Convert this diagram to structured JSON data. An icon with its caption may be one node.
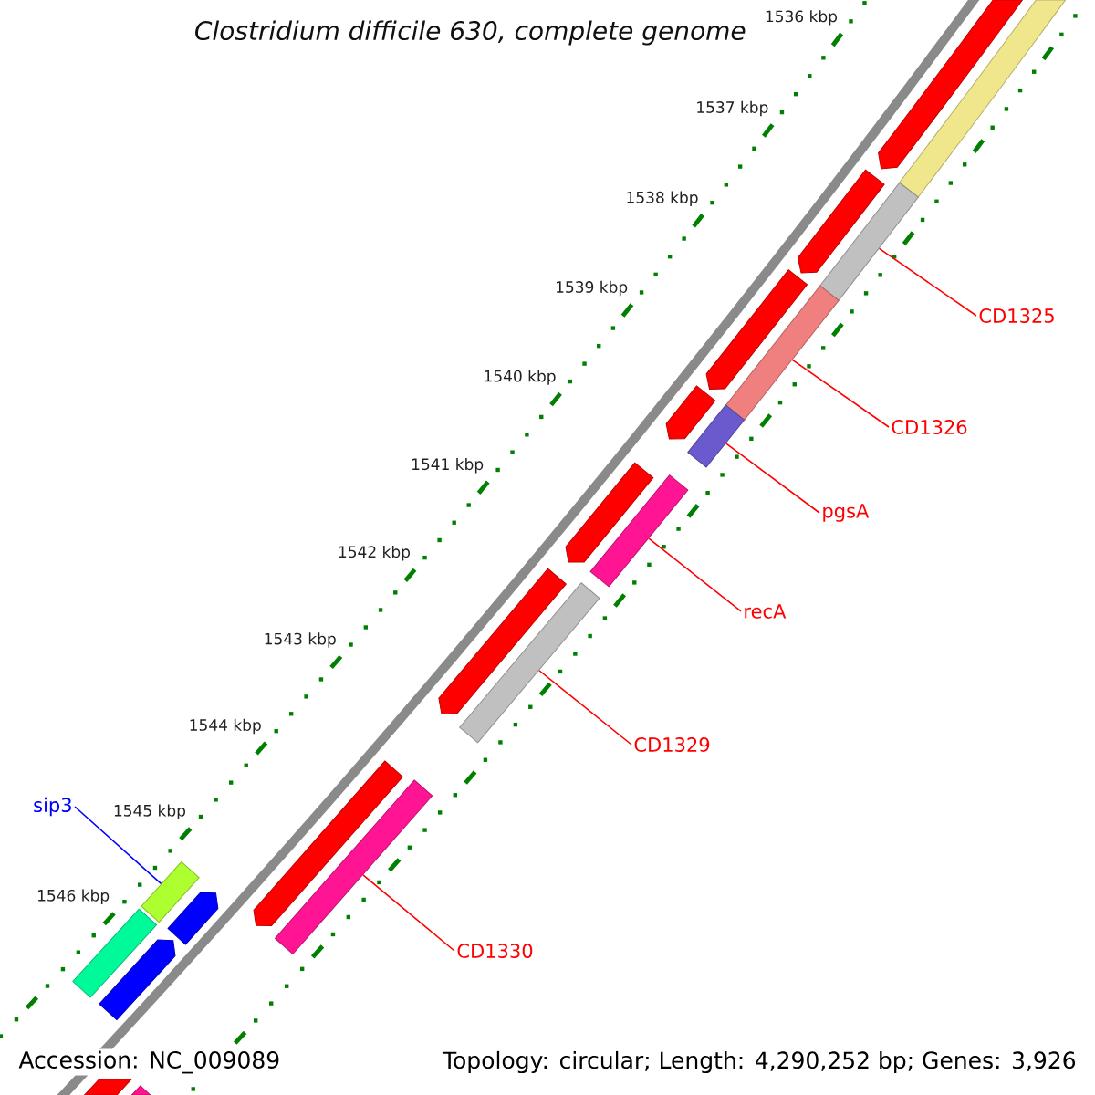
{
  "diagram": {
    "title": "Clostridium difficile 630, complete genome",
    "nodes": [
      {
        "text": [
          "CD1325"
        ]
      },
      {
        "text": [
          "CD1326"
        ]
      },
      {
        "text": [
          "pgsA"
        ]
      },
      {
        "text": [
          "recA"
        ]
      },
      {
        "text": [
          "CD1329"
        ]
      },
      {
        "text": [
          "sip3"
        ]
      },
      {
        "text": [
          "CD1330"
        ]
      },
      {
        "text": [],
        "shape": "bar"
      },
      {
        "text": [],
        "shape": "bar"
      },
      {
        "text": [],
        "shape": "bar"
      },
      {
        "text": [],
        "shape": "bar"
      },
      {
        "text": [],
        "shape": "bar"
      },
      {
        "text": [],
        "shape": "bar"
      },
      {
        "text": [],
        "shape": "bar"
      },
      {
        "text": [],
        "shape": "bar"
      },
      {
        "text": [],
        "shape": "bar"
      },
      {
        "text": [],
        "shape": "bar"
      },
      {
        "text": [],
        "shape": "bar"
      },
      {
        "text": [],
        "shape": "bar"
      },
      {
        "text": [],
        "shape": "bar"
      },
      {
        "text": [],
        "shape": "bar"
      },
      {
        "text": [],
        "shape": "bar"
      },
      {
        "text": [],
        "shape": "bar"
      },
      {
        "text": [],
        "shape": "bar"
      },
      {
        "text": [],
        "shape": "bar"
      },
      {
        "text": [],
        "shape": "bar"
      },
      {
        "text": [],
        "shape": "bar"
      }
    ],
    "edges": [
      {
        "from": 0,
        "to": 9,
        "arrow": "none"
      },
      {
        "from": 1,
        "to": 11,
        "arrow": "none"
      },
      {
        "from": 2,
        "to": 14,
        "arrow": "none"
      },
      {
        "from": 3,
        "to": 15,
        "arrow": "none"
      },
      {
        "from": 4,
        "to": 17,
        "arrow": "none"
      },
      {
        "from": 5,
        "to": 21,
        "arrow": "none",
        "color": "#0000ff"
      },
      {
        "from": 6,
        "to": 20,
        "arrow": "none"
      }
    ],
    "labels": [
      "1536 kbp",
      "1537 kbp",
      "1538 kbp",
      "1539 kbp",
      "1540 kbp",
      "1541 kbp",
      "1542 kbp",
      "1543 kbp",
      "1544 kbp",
      "1545 kbp",
      "1546 kbp",
      "Accession: NC_009089",
      "Topology: circular; Length: 4,290,252 bp; Genes: 3,926"
    ]
  }
}
